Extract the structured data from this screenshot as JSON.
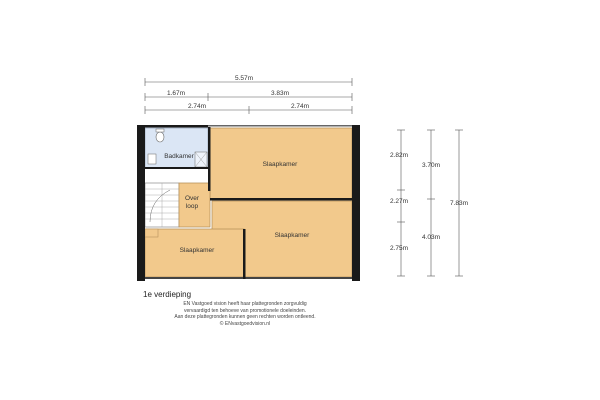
{
  "colors": {
    "room_main": "#f2c98c",
    "room_bath": "#dbe6f5",
    "room_hall": "#f2c98c",
    "wall": "#1a1a1a",
    "room_border": "#b8935c",
    "dim_line": "#555555"
  },
  "rooms": {
    "badkamer": "Badkamer",
    "slaapkamer_top": "Slaapkamer",
    "slaapkamer_right": "Slaapkamer",
    "slaapkamer_left": "Slaapkamer",
    "overloop_line1": "Over",
    "overloop_line2": "loop"
  },
  "dimensions": {
    "top_total": "5.57m",
    "top_left": "1.67m",
    "top_right": "3.83m",
    "bottom_left": "2.74m",
    "bottom_right": "2.74m",
    "right_a1": "2.82m",
    "right_a2": "2.27m",
    "right_a3": "2.75m",
    "right_b1": "3.70m",
    "right_b2": "4.03m",
    "right_total": "7.83m"
  },
  "floor_label": "1e verdieping",
  "disclaimer": [
    "EN Vastgoed vision heeft haar plattegronden zorgvuldig",
    "vervaardigd ten behoeve van promotionele doeleinden.",
    "Aan deze plattegronden kunnen geen rechten worden ontleend.",
    "© ENvastgoedvision.nl"
  ]
}
